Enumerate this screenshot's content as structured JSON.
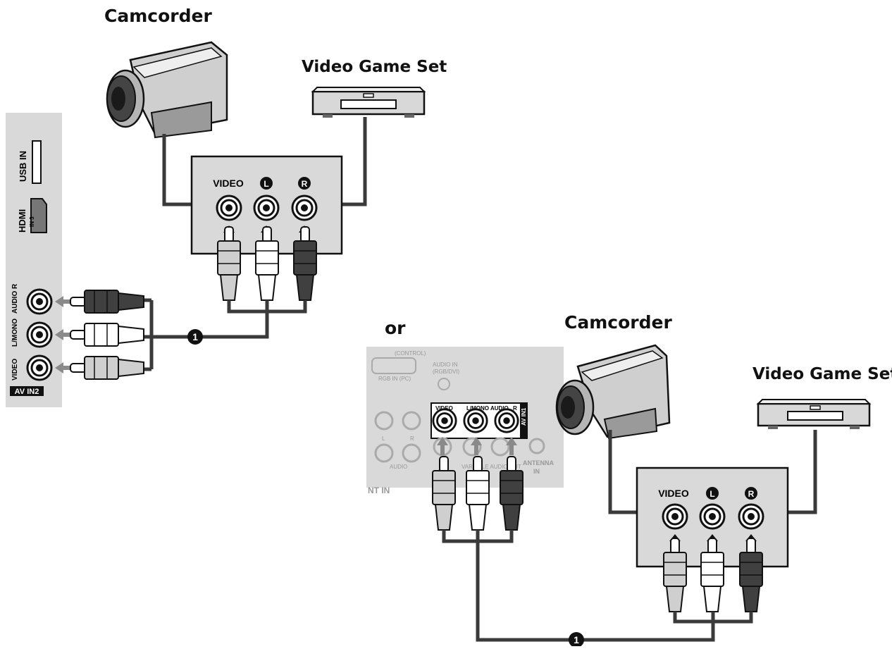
{
  "labels": {
    "camcorder_top": "Camcorder",
    "game_top": "Video Game Set",
    "or": "or",
    "camcorder_bottom": "Camcorder",
    "game_bottom": "Video Game Set"
  },
  "jack_box": {
    "video": "VIDEO",
    "left": "L",
    "right": "R"
  },
  "side_panel": {
    "usb": "USB IN",
    "hdmi_logo": "HDMI",
    "hdmi_in": "IN 3",
    "audio_r": "AUDIO R",
    "l_mono": "L/MONO",
    "video": "VIDEO",
    "av_in2": "AV IN2"
  },
  "rear_panel": {
    "control": "(CONTROL)",
    "audio_in": "AUDIO IN",
    "rgb_dvi": "(RGB/DVI)",
    "rgb_in": "RGB IN (PC)",
    "video": "VIDEO",
    "l_mono": "L/MONO",
    "audio": "AUDIO",
    "r": "R",
    "av_in1": "AV IN1",
    "l": "L",
    "r2": "R",
    "audio_bottom": "AUDIO",
    "variable_audio": "VARIABLE AUDIO OUT",
    "antenna": "ANTENNA",
    "in": "IN",
    "component_in": "NT IN",
    "av": "AV"
  },
  "callouts": {
    "step1_top": "1",
    "step1_bottom": "1"
  },
  "colors": {
    "panel": "#d9d9d9",
    "wire": "#3a3a3a",
    "plug_gray": "#cfcfcf",
    "plug_white": "#ffffff",
    "plug_dark": "#404040",
    "arrow": "#8a8a8a"
  }
}
